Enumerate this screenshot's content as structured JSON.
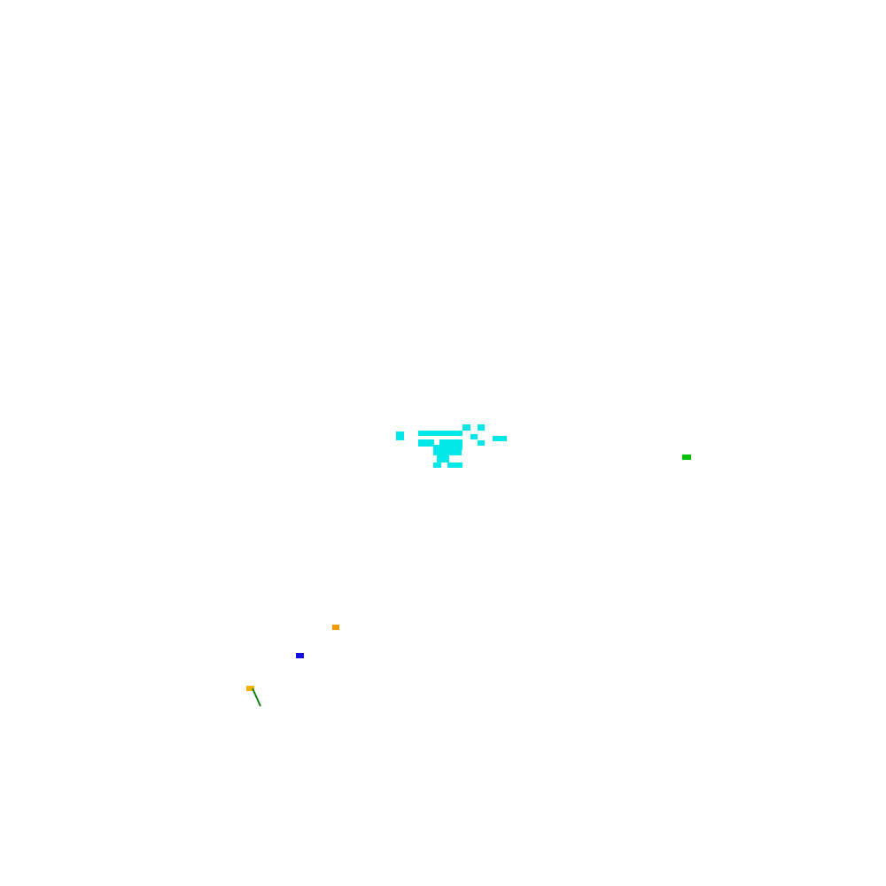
{
  "scene": {
    "background_color": "#ffffff"
  },
  "cluster": {
    "name": "cyan-pixel-cluster",
    "color": "#00e8e8"
  },
  "markers": [
    {
      "name": "green-marker",
      "color": "#00c000"
    },
    {
      "name": "orange-marker",
      "color": "#f59a00"
    },
    {
      "name": "blue-marker",
      "color": "#1010e0"
    },
    {
      "name": "yellow-marker",
      "color": "#f0b400"
    }
  ],
  "trail": {
    "name": "green-trail-line",
    "color": "#108010"
  }
}
